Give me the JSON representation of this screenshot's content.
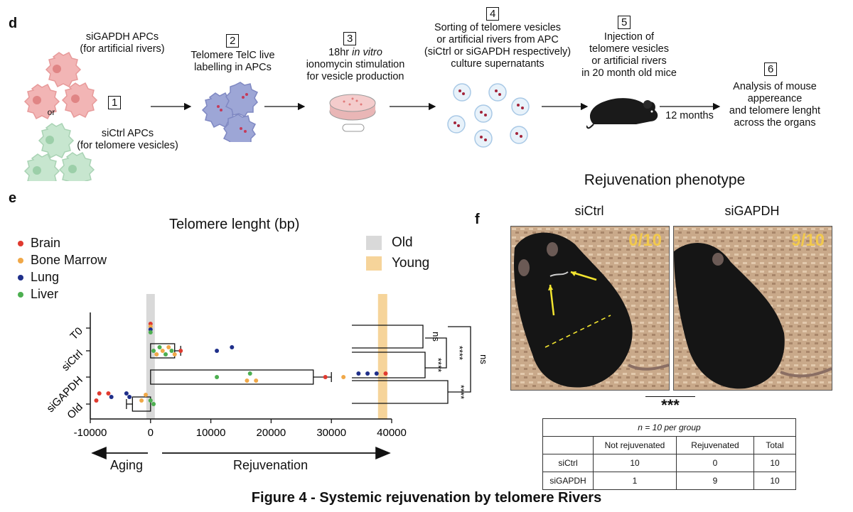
{
  "panel_d": {
    "letter": "d",
    "step1": {
      "num": "1",
      "top_label_1": "siGAPDH APCs",
      "top_label_2": "(for artificial rivers)",
      "or": "or",
      "bottom_label_1": "siCtrl APCs",
      "bottom_label_2": "(for telomere vesicles)"
    },
    "step2": {
      "num": "2",
      "line1": "Telomere TelC live",
      "line2": "labelling in APCs"
    },
    "step3": {
      "num": "3",
      "line1_pre": "18hr ",
      "line1_it": "in vitro",
      "line2": "ionomycin stimulation",
      "line3": "for vesicle production"
    },
    "step4": {
      "num": "4",
      "line1": "Sorting of telomere vesicles",
      "line2": "or artificial rivers from APC",
      "line3": "(siCtrl or siGAPDH respectively)",
      "line4": "culture supernatants"
    },
    "step5": {
      "num": "5",
      "line1": "Injection of",
      "line2": "telomere vesicles",
      "line3": "or artificial rivers",
      "line4": "in 20 month old mice",
      "arrow_label": "12 months"
    },
    "step6": {
      "num": "6",
      "line1": "Analysis of mouse",
      "line2": "appereance",
      "line3": "and telomere lenght",
      "line4": "across the organs"
    }
  },
  "panel_e": {
    "letter": "e",
    "legend_organs": [
      {
        "label": "Brain",
        "color": "#e03a2f"
      },
      {
        "label": "Bone Marrow",
        "color": "#f0a848"
      },
      {
        "label": "Lung",
        "color": "#1f2f8a"
      },
      {
        "label": "Liver",
        "color": "#4caf50"
      }
    ],
    "legend_bands": [
      {
        "label": "Old",
        "color": "#d9d9d9"
      },
      {
        "label": "Young",
        "color": "#f6d49a"
      }
    ],
    "aging_label": "Aging",
    "rejuvenation_label": "Rejuvenation",
    "sig": {
      "t0_sictrl": "ns",
      "t0_sigapdh": "****",
      "t0_old": "ns",
      "sictrl_sigapdh": "****",
      "sigapdh_old": "****"
    }
  },
  "chart_data": {
    "type": "bar",
    "orientation": "horizontal",
    "title": "Telomere lenght (bp)",
    "categories": [
      "T0",
      "siCtrl",
      "siGAPDH",
      "Old"
    ],
    "values": [
      0,
      4000,
      27000,
      -3000
    ],
    "error": [
      0,
      1000,
      3000,
      1000
    ],
    "xlim": [
      -10000,
      40000
    ],
    "xticks": [
      -10000,
      0,
      10000,
      20000,
      30000,
      40000
    ],
    "xtick_labels": [
      "-10000",
      "0",
      "10000",
      "20000",
      "30000",
      "40000"
    ],
    "bands": [
      {
        "name": "Old",
        "x": 0,
        "color": "#d9d9d9"
      },
      {
        "name": "Young",
        "x": 38500,
        "color": "#f6d49a"
      }
    ],
    "points": [
      {
        "cat": "T0",
        "x": 0,
        "organ": "Brain"
      },
      {
        "cat": "T0",
        "x": 0,
        "organ": "Bone Marrow"
      },
      {
        "cat": "T0",
        "x": 0,
        "organ": "Lung"
      },
      {
        "cat": "T0",
        "x": 0,
        "organ": "Liver"
      },
      {
        "cat": "siCtrl",
        "x": 500,
        "organ": "Liver"
      },
      {
        "cat": "siCtrl",
        "x": 1000,
        "organ": "Bone Marrow"
      },
      {
        "cat": "siCtrl",
        "x": 1500,
        "organ": "Liver"
      },
      {
        "cat": "siCtrl",
        "x": 2000,
        "organ": "Bone Marrow"
      },
      {
        "cat": "siCtrl",
        "x": 2500,
        "organ": "Liver"
      },
      {
        "cat": "siCtrl",
        "x": 3000,
        "organ": "Bone Marrow"
      },
      {
        "cat": "siCtrl",
        "x": 3500,
        "organ": "Liver"
      },
      {
        "cat": "siCtrl",
        "x": 4000,
        "organ": "Bone Marrow"
      },
      {
        "cat": "siCtrl",
        "x": 5000,
        "organ": "Brain"
      },
      {
        "cat": "siCtrl",
        "x": 11000,
        "organ": "Lung"
      },
      {
        "cat": "siCtrl",
        "x": 13500,
        "organ": "Lung"
      },
      {
        "cat": "siGAPDH",
        "x": 11000,
        "organ": "Liver"
      },
      {
        "cat": "siGAPDH",
        "x": 16000,
        "organ": "Bone Marrow"
      },
      {
        "cat": "siGAPDH",
        "x": 16500,
        "organ": "Liver"
      },
      {
        "cat": "siGAPDH",
        "x": 17500,
        "organ": "Bone Marrow"
      },
      {
        "cat": "siGAPDH",
        "x": 29000,
        "organ": "Brain"
      },
      {
        "cat": "siGAPDH",
        "x": 32000,
        "organ": "Bone Marrow"
      },
      {
        "cat": "siGAPDH",
        "x": 34500,
        "organ": "Lung"
      },
      {
        "cat": "siGAPDH",
        "x": 36000,
        "organ": "Lung"
      },
      {
        "cat": "siGAPDH",
        "x": 37500,
        "organ": "Lung"
      },
      {
        "cat": "siGAPDH",
        "x": 39000,
        "organ": "Brain"
      },
      {
        "cat": "Old",
        "x": -9000,
        "organ": "Brain"
      },
      {
        "cat": "Old",
        "x": -8500,
        "organ": "Brain"
      },
      {
        "cat": "Old",
        "x": -7000,
        "organ": "Brain"
      },
      {
        "cat": "Old",
        "x": -6500,
        "organ": "Lung"
      },
      {
        "cat": "Old",
        "x": -4000,
        "organ": "Lung"
      },
      {
        "cat": "Old",
        "x": -3500,
        "organ": "Lung"
      },
      {
        "cat": "Old",
        "x": -1500,
        "organ": "Bone Marrow"
      },
      {
        "cat": "Old",
        "x": -800,
        "organ": "Bone Marrow"
      },
      {
        "cat": "Old",
        "x": 0,
        "organ": "Liver"
      },
      {
        "cat": "Old",
        "x": 500,
        "organ": "Liver"
      }
    ]
  },
  "panel_f": {
    "letter": "f",
    "title": "Rejuvenation phenotype",
    "left_label": "siCtrl",
    "right_label": "siGAPDH",
    "left_ratio": "0/10",
    "right_ratio": "9/10",
    "significance": "***",
    "table": {
      "caption": "n = 10 per group",
      "header": [
        "",
        "Not rejuvenated",
        "Rejuvenated",
        "Total"
      ],
      "rows": [
        [
          "siCtrl",
          "10",
          "0",
          "10"
        ],
        [
          "siGAPDH",
          "1",
          "9",
          "10"
        ]
      ]
    }
  },
  "figure_caption": "Figure 4 - Systemic rejuvenation by telomere Rivers"
}
